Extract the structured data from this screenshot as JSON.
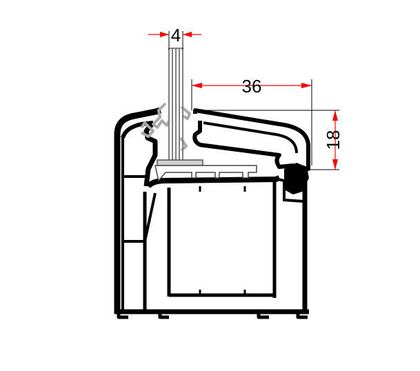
{
  "dimensions": {
    "glass_thickness": "4",
    "rebate_width": "36",
    "rebate_height": "18"
  },
  "colors": {
    "profile": "#000000",
    "gasket": "#a9a9a9",
    "dimension_line": "#000000",
    "dimension_arrow": "#ff0000",
    "background": "#ffffff"
  }
}
